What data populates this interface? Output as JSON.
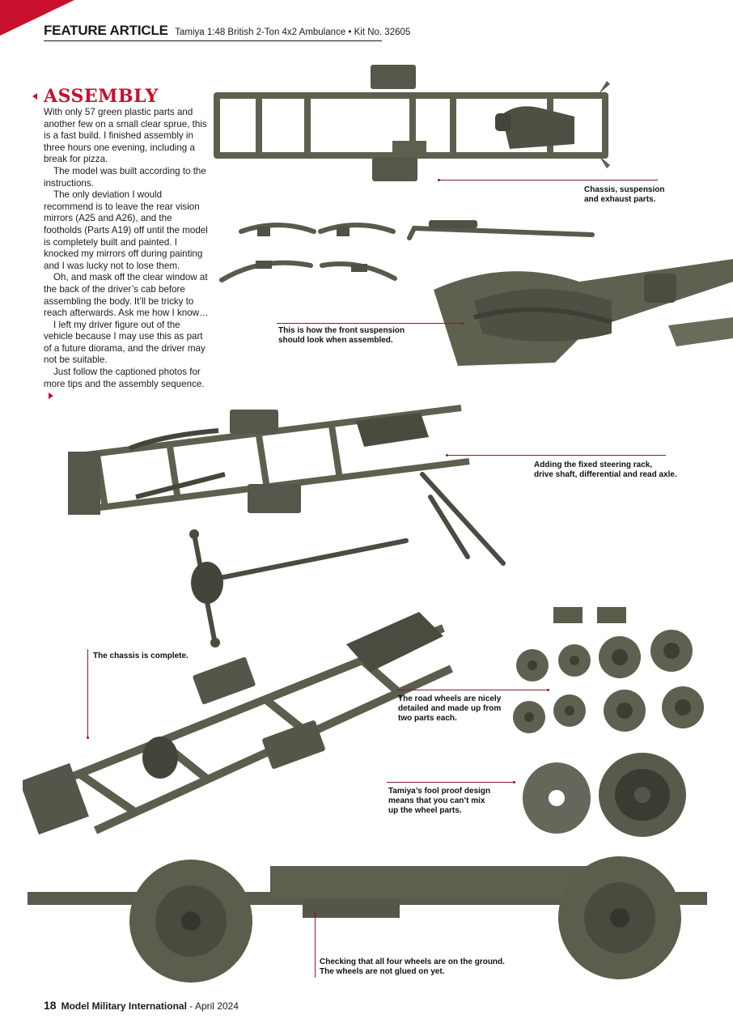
{
  "header": {
    "kicker": "FEATURE ARTICLE",
    "subtitle": "Tamiya 1:48 British 2-Ton 4x2 Ambulance • Kit No. 32605"
  },
  "article": {
    "section_title": "ASSEMBLY",
    "paragraphs": [
      "With only 57 green plastic parts and another few on a small clear sprue, this is a fast build. I finished assembly in three hours one evening, including a break for pizza.",
      "The model was built according to the instructions.",
      "The only deviation I would recommend is to leave the rear vision mirrors (A25 and A26), and the footholds (Parts A19) off until the model is completely built and painted. I knocked my mirrors off during painting and I was lucky not to lose them.",
      "Oh, and mask off the clear window at the back of the driver’s cab before assembling the body. It’ll be tricky to reach afterwards. Ask me how I know…",
      "I left my driver figure out of the vehicle because I may use this as part of a future diorama, and the driver may not be suitable.",
      "Just follow the captioned photos for more tips and the assembly sequence."
    ]
  },
  "captions": {
    "chassis_parts": [
      "Chassis, suspension",
      "and exhaust parts."
    ],
    "front_suspension": [
      "This is how the front suspension",
      "should look when assembled."
    ],
    "steering_rack": [
      "Adding the fixed steering rack,",
      "drive shaft, differential and read axle."
    ],
    "chassis_complete": [
      "The chassis is complete."
    ],
    "road_wheels": [
      "The road wheels are nicely",
      "detailed and made up from",
      "two parts each."
    ],
    "fool_proof": [
      "Tamiya’s fool proof design",
      "means that you can’t mix",
      "up the wheel parts."
    ],
    "wheels_ground": [
      "Checking that all four wheels are on the ground.",
      "The wheels are not glued on yet."
    ]
  },
  "footer": {
    "page_number": "18",
    "magazine": "Model Military International",
    "issue": " - April 2024"
  },
  "colors": {
    "accent": "#c8102e",
    "caption_rule": "#8a1c24",
    "plastic_olive": "#5e5f4e"
  },
  "icons": {
    "section_marker": "left-triangle",
    "end_marker": "right-triangle"
  }
}
